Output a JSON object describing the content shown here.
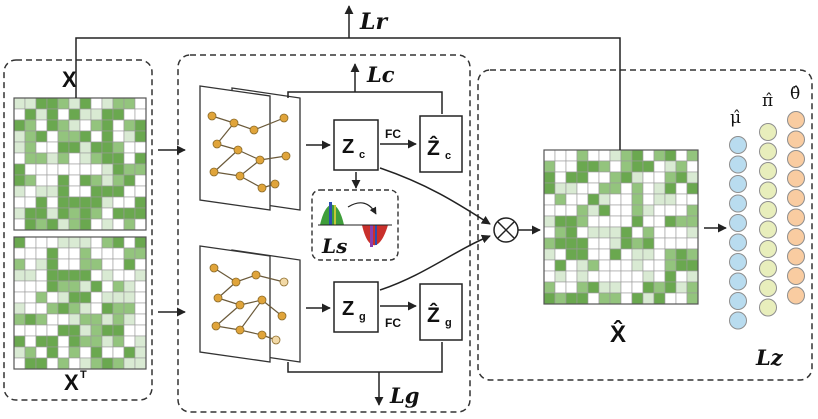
{
  "labels": {
    "x_input": "X",
    "x_transpose": "X",
    "x_transpose_sup": "T",
    "x_hat": "X̂",
    "z_c": "Z",
    "z_c_sub": "c",
    "z_g": "Z",
    "z_g_sub": "g",
    "z_c_hat": "Ẑ",
    "z_c_hat_sub": "c",
    "z_g_hat": "Ẑ",
    "z_g_hat_sub": "g",
    "fc_top": "FC",
    "fc_bottom": "FC",
    "mu_hat": "μ̂",
    "pi_hat": "π̂",
    "theta_hat": "θ̂",
    "multiply": "⊗"
  },
  "losses": {
    "recon": "Lr",
    "contrast": "Lc",
    "graph": "Lg",
    "shift": "Ls",
    "zinb": "Lz"
  },
  "colors": {
    "dark_green": "#6aa84f",
    "mid_green": "#93c47d",
    "light_green": "#d9ead3",
    "mu_fill": "#b9dcef",
    "pi_fill": "#e8eebc",
    "theta_fill": "#f9cca1",
    "node_fill": "#e0a43a"
  }
}
